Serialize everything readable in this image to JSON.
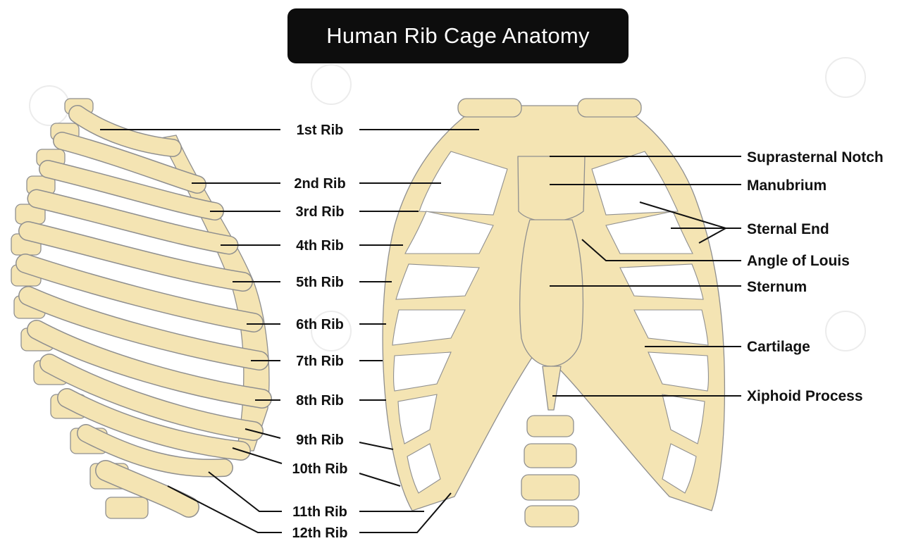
{
  "title": "Human Rib Cage Anatomy",
  "rib_labels": [
    "1st Rib",
    "2nd Rib",
    "3rd Rib",
    "4th Rib",
    "5th Rib",
    "6th Rib",
    "7th Rib",
    "8th Rib",
    "9th Rib",
    "10th Rib",
    "11th Rib",
    "12th Rib"
  ],
  "structure_labels": [
    "Suprasternal Notch",
    "Manubrium",
    "Sternal End",
    "Angle of Louis",
    "Sternum",
    "Cartilage",
    "Xiphoid Process"
  ],
  "colors": {
    "bone": "#f4e4b3",
    "outline": "#8f8f8f",
    "title_bg": "#0d0d0d",
    "leader": "#111111"
  }
}
